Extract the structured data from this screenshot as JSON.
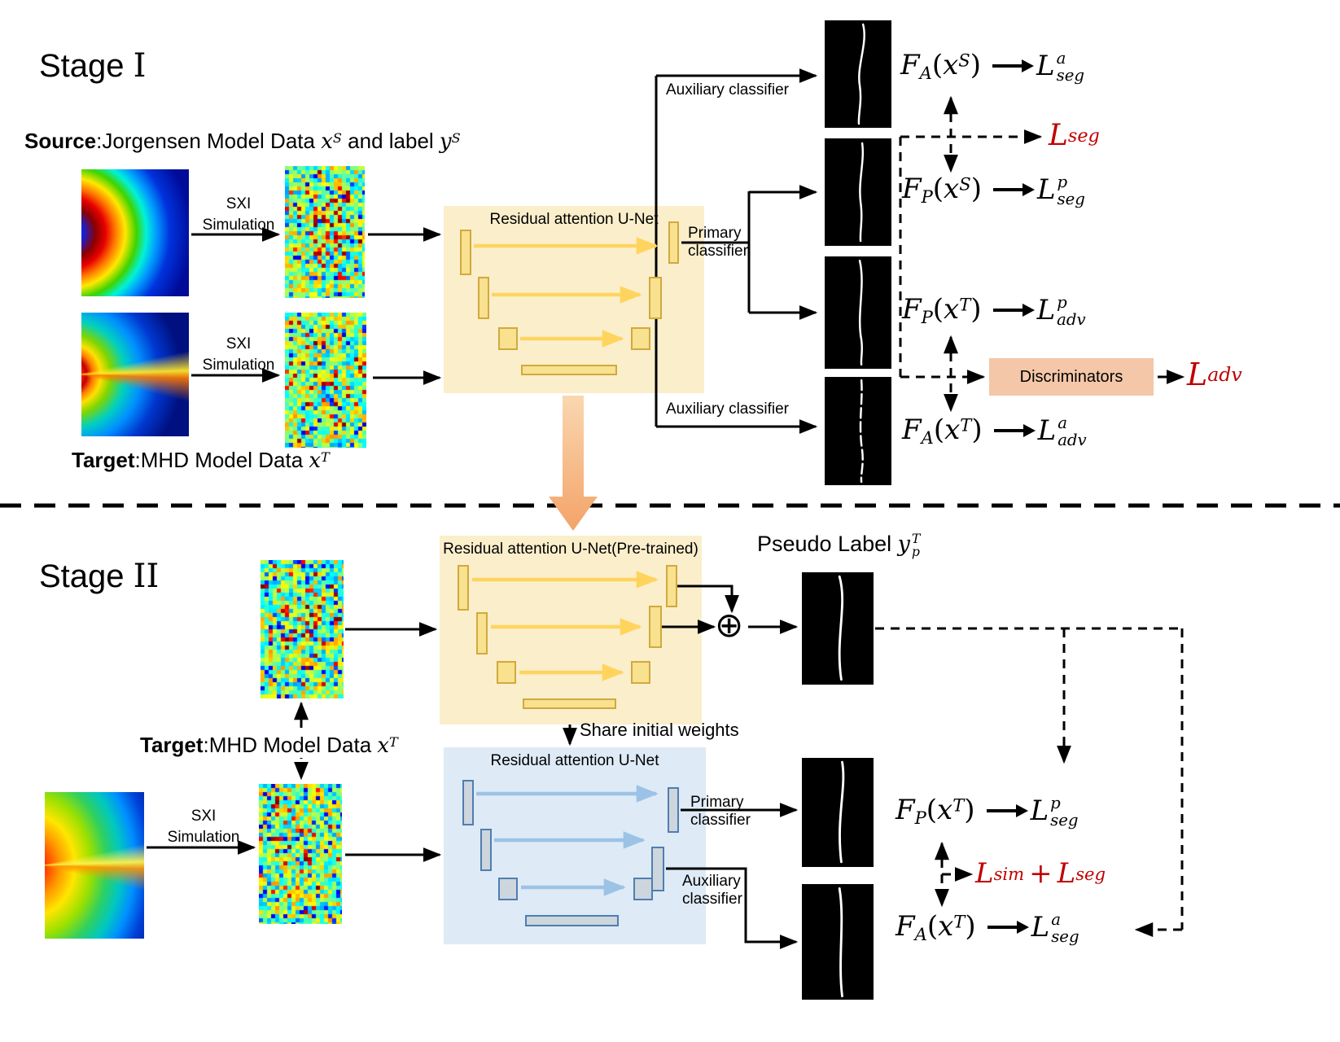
{
  "stage1": {
    "title": {
      "word": "Stage ",
      "numeral": "I"
    },
    "source": {
      "prefix": "Source",
      "text1": ":Jorgensen Model Data ",
      "v1": "x",
      "v1sup": "S",
      "text2": " and label ",
      "v2": "y",
      "v2sup": "S"
    },
    "target": {
      "prefix": "Target",
      "text1": ":MHD Model Data ",
      "v1": "x",
      "v1sup": "T"
    },
    "sxi_top": {
      "line1": "SXI",
      "line2": "Simulation"
    },
    "sxi_bottom": {
      "line1": "SXI",
      "line2": "Simulation"
    },
    "unet_title": "Residual attention U-Net",
    "aux_top": "Auxiliary classifier",
    "primary": {
      "line1": "Primary",
      "line2": "classifier"
    },
    "aux_bottom": "Auxiliary classifier",
    "eq_fa_s": {
      "f": "F",
      "fsub": "A",
      "open": "(",
      "var": "x",
      "vsup": "S",
      "close": ")",
      "l": "L",
      "lsup": "a",
      "lsub": "seg"
    },
    "eq_fp_s": {
      "f": "F",
      "fsub": "P",
      "open": "(",
      "var": "x",
      "vsup": "S",
      "close": ")",
      "l": "L",
      "lsup": "p",
      "lsub": "seg"
    },
    "eq_fp_t": {
      "f": "F",
      "fsub": "P",
      "open": "(",
      "var": "x",
      "vsup": "T",
      "close": ")",
      "l": "L",
      "lsup": "p",
      "lsub": "adv"
    },
    "eq_fa_t": {
      "f": "F",
      "fsub": "A",
      "open": "(",
      "var": "x",
      "vsup": "T",
      "close": ")",
      "l": "L",
      "lsup": "a",
      "lsub": "adv"
    },
    "loss_seg": {
      "l": "L",
      "lsub": "seg"
    },
    "discriminators": "Discriminators",
    "loss_adv": {
      "l": "L",
      "lsub": "adv"
    }
  },
  "stage2": {
    "title": {
      "word": "Stage ",
      "numeral": "II"
    },
    "unet_pretrained_title": "Residual attention U-Net(Pre-trained)",
    "pseudo_label": {
      "text": "Pseudo Label ",
      "v": "y",
      "vsup": "T",
      "vsub": "p"
    },
    "oplus": "⊕",
    "target": {
      "prefix": "Target",
      "text1": ":MHD Model Data ",
      "v1": "x",
      "v1sup": "T"
    },
    "sxi": {
      "line1": "SXI",
      "line2": "Simulation"
    },
    "share_weights": "Share initial weights",
    "unet_title": "Residual attention U-Net",
    "primary": {
      "line1": "Primary",
      "line2": "classifier"
    },
    "aux": {
      "line1": "Auxiliary",
      "line2": "classifier"
    },
    "eq_fp_t": {
      "f": "F",
      "fsub": "P",
      "open": "(",
      "var": "x",
      "vsup": "T",
      "close": ")",
      "l": "L",
      "lsup": "p",
      "lsub": "seg"
    },
    "eq_fa_t": {
      "f": "F",
      "fsub": "A",
      "open": "(",
      "var": "x",
      "vsup": "T",
      "close": ")",
      "l": "L",
      "lsup": "a",
      "lsub": "seg"
    },
    "loss_sim_seg": {
      "l1": "L",
      "l1sub": "sim",
      "plus": " + ",
      "l2": "L",
      "l2sub": "seg"
    }
  },
  "colors": {
    "loss_red": "#C00000",
    "unet_box_yellow": "#FBEECB",
    "unet_box_blue": "#DEEAF6",
    "discriminator_box": "#F4C7A8",
    "big_arrow_orange": "#F4A263",
    "unet_bar_yellow": "#F8E18F",
    "unet_bar_border": "#D1A93F",
    "skip_arrow_yellow": "#FFD45E",
    "skip_arrow_blue": "#9CC3E5"
  }
}
